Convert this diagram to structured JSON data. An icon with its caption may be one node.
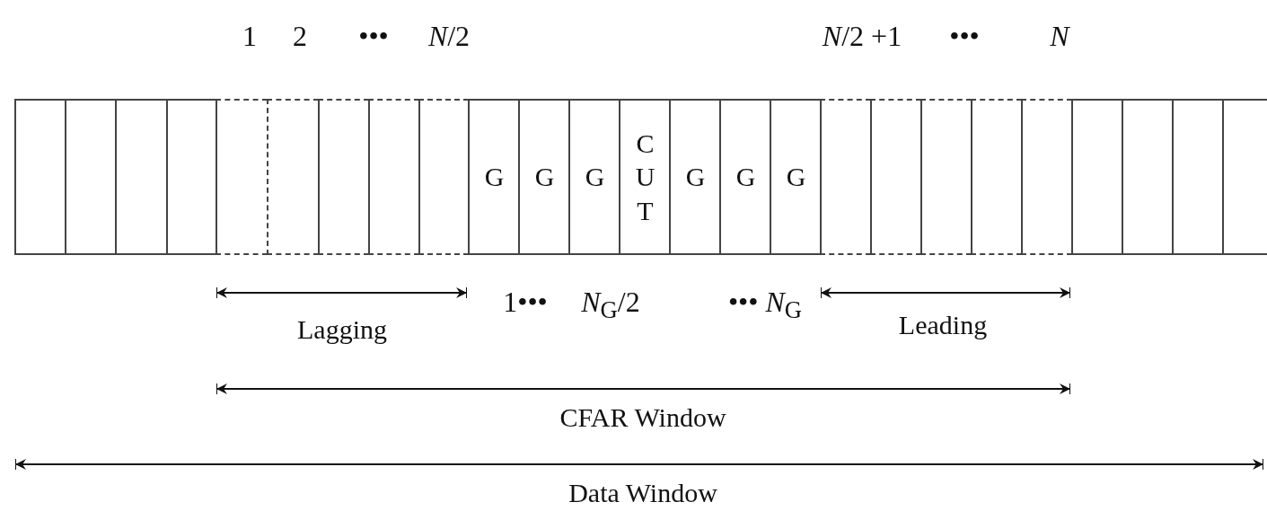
{
  "diagram": {
    "nodes": [
      {
        "text": [],
        "shape": "box"
      },
      {
        "text": [],
        "shape": "box"
      },
      {
        "text": [],
        "shape": "box"
      },
      {
        "text": [],
        "shape": "box"
      },
      {
        "text": [],
        "shape": "box"
      },
      {
        "text": [],
        "shape": "box"
      },
      {
        "text": [],
        "shape": "box"
      },
      {
        "text": [],
        "shape": "box"
      },
      {
        "text": [],
        "shape": "box"
      },
      {
        "text": [
          "G"
        ]
      },
      {
        "text": [
          "G"
        ]
      },
      {
        "text": [
          "G"
        ]
      },
      {
        "text": [
          "C U T"
        ]
      },
      {
        "text": [
          "G"
        ]
      },
      {
        "text": [
          "G"
        ]
      },
      {
        "text": [
          "G"
        ]
      },
      {
        "text": [],
        "shape": "box"
      },
      {
        "text": [],
        "shape": "box"
      },
      {
        "text": [],
        "shape": "box"
      },
      {
        "text": [],
        "shape": "box"
      },
      {
        "text": [],
        "shape": "box"
      },
      {
        "text": [],
        "shape": "box"
      },
      {
        "text": [],
        "shape": "box"
      },
      {
        "text": [],
        "shape": "box"
      },
      {
        "text": [],
        "shape": "box"
      }
    ],
    "labels": [
      "1",
      "2",
      "•••",
      "*N*/2",
      "*N*/2 +1",
      "•••",
      "*N*",
      "1•••",
      "*N*$_{G}$/2",
      "•••  *N*$_{G}$",
      "Lagging",
      "Leading",
      "CFAR Window",
      "Data Window"
    ]
  }
}
